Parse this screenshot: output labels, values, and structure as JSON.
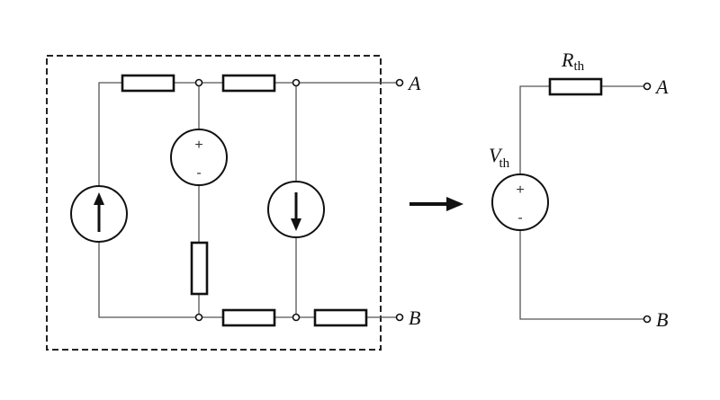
{
  "left_circuit": {
    "terminal_a": "A",
    "terminal_b": "B",
    "voltage_source": {
      "plus": "+",
      "minus": "-"
    }
  },
  "right_circuit": {
    "terminal_a": "A",
    "terminal_b": "B",
    "rth_label": {
      "main": "R",
      "sub": "th"
    },
    "vth_label": {
      "main": "V",
      "sub": "th"
    },
    "voltage_source": {
      "plus": "+",
      "minus": "-"
    }
  }
}
